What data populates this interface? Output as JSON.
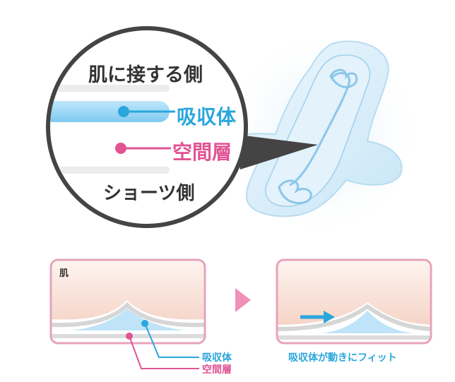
{
  "zoom": {
    "skin_side": "肌に接する側",
    "absorber": "吸収体",
    "air_layer": "空間層",
    "shorts_side": "ショーツ側"
  },
  "left_panel": {
    "skin": "肌",
    "absorber": "吸収体",
    "air_layer": "空間層"
  },
  "right_panel": {
    "caption": "吸収体が動きにフィット"
  },
  "colors": {
    "absorber_blue": "#2aa6dc",
    "air_layer_pink": "#e05494",
    "panel_border": "#e7a3bc",
    "outline_dark": "#444444"
  }
}
